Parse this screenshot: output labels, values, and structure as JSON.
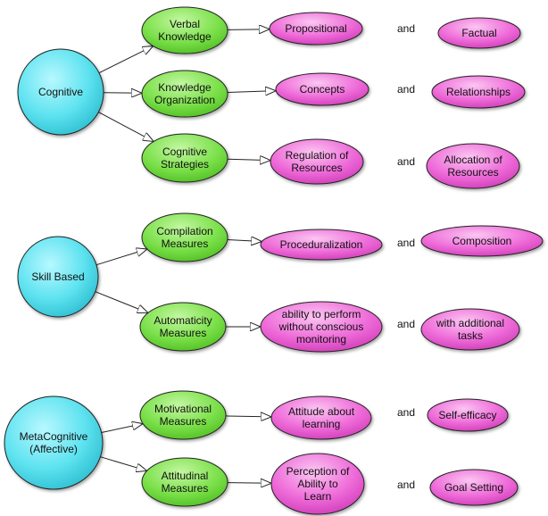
{
  "groups": [
    {
      "root": {
        "lines": [
          "Cognitive"
        ]
      },
      "rows": [
        {
          "category": {
            "lines": [
              "Verbal",
              "Knowledge"
            ]
          },
          "first": {
            "lines": [
              "Propositional"
            ]
          },
          "conj": "and",
          "second": {
            "lines": [
              "Factual"
            ]
          }
        },
        {
          "category": {
            "lines": [
              "Knowledge",
              "Organization"
            ]
          },
          "first": {
            "lines": [
              "Concepts"
            ]
          },
          "conj": "and",
          "second": {
            "lines": [
              "Relationships"
            ]
          }
        },
        {
          "category": {
            "lines": [
              "Cognitive",
              "Strategies"
            ]
          },
          "first": {
            "lines": [
              "Regulation of",
              "Resources"
            ]
          },
          "conj": "and",
          "second": {
            "lines": [
              "Allocation of",
              "Resources"
            ]
          }
        }
      ]
    },
    {
      "root": {
        "lines": [
          "Skill Based"
        ]
      },
      "rows": [
        {
          "category": {
            "lines": [
              "Compilation",
              "Measures"
            ]
          },
          "first": {
            "lines": [
              "Proceduralization"
            ]
          },
          "conj": "and",
          "second": {
            "lines": [
              "Composition"
            ]
          }
        },
        {
          "category": {
            "lines": [
              "Automaticity",
              "Measures"
            ]
          },
          "first": {
            "lines": [
              "ability to perform",
              "without conscious",
              "monitoring"
            ]
          },
          "conj": "and",
          "second": {
            "lines": [
              "with additional",
              "tasks"
            ]
          }
        }
      ]
    },
    {
      "root": {
        "lines": [
          "MetaCognitive",
          "(Affective)"
        ]
      },
      "rows": [
        {
          "category": {
            "lines": [
              "Motivational",
              "Measures"
            ]
          },
          "first": {
            "lines": [
              "Attitude about",
              "learning"
            ]
          },
          "conj": "and",
          "second": {
            "lines": [
              "Self-efficacy"
            ]
          }
        },
        {
          "category": {
            "lines": [
              "Attitudinal",
              "Measures"
            ]
          },
          "first": {
            "lines": [
              "Perception of",
              "Ability to",
              "Learn"
            ]
          },
          "conj": "and",
          "second": {
            "lines": [
              "Goal Setting"
            ]
          }
        }
      ]
    }
  ],
  "colors": {
    "root_fill": "#5fe3f0",
    "category_fill": "#7be04a",
    "outcome_fill": "#ee6ad8",
    "stroke": "#222222"
  }
}
